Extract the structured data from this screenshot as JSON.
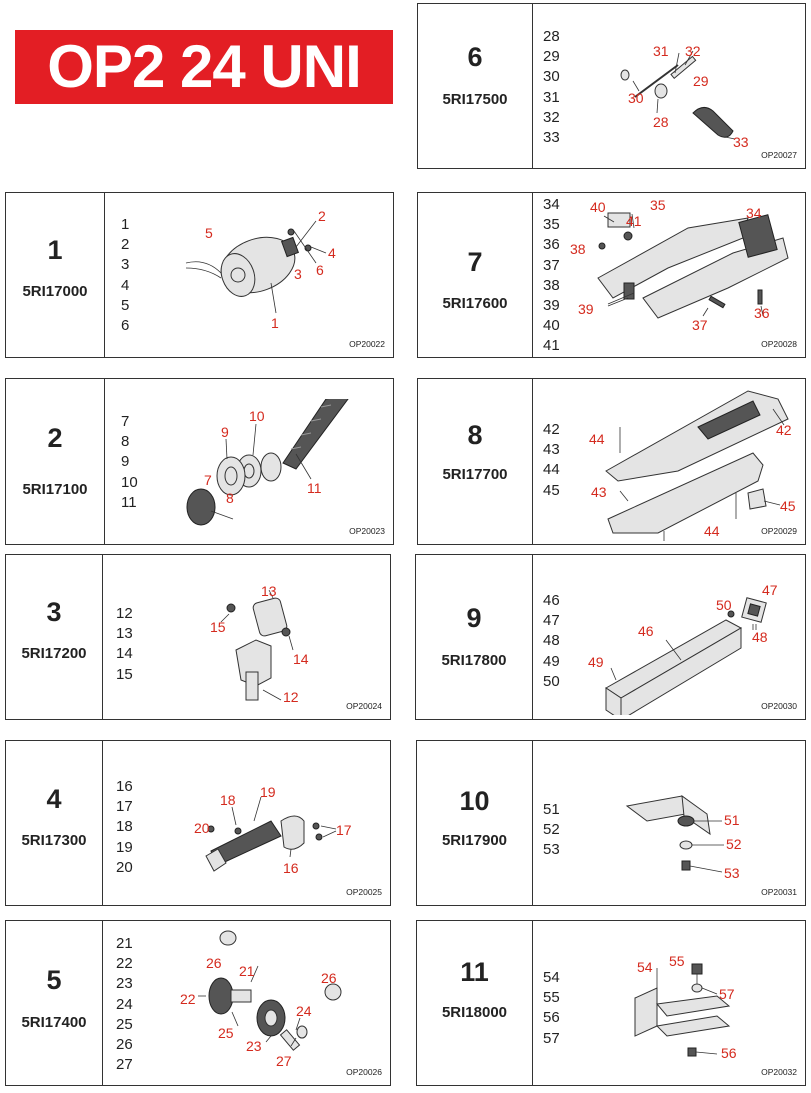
{
  "title": "OP2 24 UNI",
  "groups": [
    {
      "num": "1",
      "code": "5RI17000",
      "parts": [
        "1",
        "2",
        "3",
        "4",
        "5",
        "6"
      ],
      "op": "OP20022"
    },
    {
      "num": "2",
      "code": "5RI17100",
      "parts": [
        "7",
        "8",
        "9",
        "10",
        "11"
      ],
      "op": "OP20023"
    },
    {
      "num": "3",
      "code": "5RI17200",
      "parts": [
        "12",
        "13",
        "14",
        "15"
      ],
      "op": "OP20024"
    },
    {
      "num": "4",
      "code": "5RI17300",
      "parts": [
        "16",
        "17",
        "18",
        "19",
        "20"
      ],
      "op": "OP20025"
    },
    {
      "num": "5",
      "code": "5RI17400",
      "parts": [
        "21",
        "22",
        "23",
        "24",
        "25",
        "26",
        "27"
      ],
      "op": "OP20026"
    },
    {
      "num": "6",
      "code": "5RI17500",
      "parts": [
        "28",
        "29",
        "30",
        "31",
        "32",
        "33"
      ],
      "op": "OP20027"
    },
    {
      "num": "7",
      "code": "5RI17600",
      "parts": [
        "34",
        "35",
        "36",
        "37",
        "38",
        "39",
        "40",
        "41"
      ],
      "op": "OP20028"
    },
    {
      "num": "8",
      "code": "5RI17700",
      "parts": [
        "42",
        "43",
        "44",
        "45"
      ],
      "op": "OP20029"
    },
    {
      "num": "9",
      "code": "5RI17800",
      "parts": [
        "46",
        "47",
        "48",
        "49",
        "50"
      ],
      "op": "OP20030"
    },
    {
      "num": "10",
      "code": "5RI17900",
      "parts": [
        "51",
        "52",
        "53"
      ],
      "op": "OP20031"
    },
    {
      "num": "11",
      "code": "5RI18000",
      "parts": [
        "54",
        "55",
        "56",
        "57"
      ],
      "op": "OP20032"
    }
  ],
  "colors": {
    "title_bg": "#e31e24",
    "label": "#d42a1e"
  }
}
